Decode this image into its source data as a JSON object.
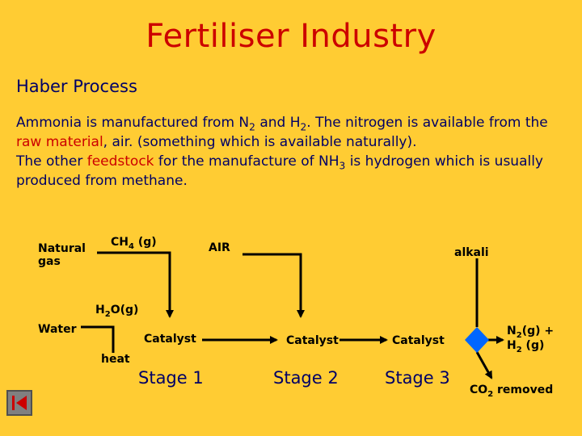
{
  "title": "Fertiliser Industry",
  "subtitle": "Haber Process",
  "paragraph": {
    "l1_a": "Ammonia is manufactured from N",
    "l1_sub1": "2",
    "l1_b": " and H",
    "l1_sub2": "2",
    "l1_c": ". The nitrogen is available from the ",
    "l1_raw": "raw material",
    "l1_d": ", air. (something which is available naturally).",
    "l2_a": "The other ",
    "l2_feed": "feedstock",
    "l2_b": " for the manufacture of NH",
    "l2_sub": "3",
    "l2_c": " is hydrogen which is usually produced from methane."
  },
  "diagram": {
    "natural_gas": "Natural gas",
    "ch4": "CH",
    "ch4_sub": "4",
    "ch4_state": " (g)",
    "air": "AIR",
    "alkali": "alkali",
    "water": "Water",
    "h2o_a": "H",
    "h2o_sub": "2",
    "h2o_b": "O(g)",
    "heat": "heat",
    "catalyst1": "Catalyst",
    "catalyst2": "Catalyst",
    "catalyst3": "Catalyst",
    "stage1": "Stage 1",
    "stage2": "Stage 2",
    "stage3": "Stage 3",
    "n2_a": "N",
    "n2_sub": "2",
    "n2_b": "(g) +",
    "h2_a": "H",
    "h2_sub": "2",
    "h2_b": " (g)",
    "co2_a": "CO",
    "co2_sub": "2",
    "co2_b": " removed"
  },
  "colors": {
    "background": "#FFCC33",
    "title": "#CC0000",
    "body_text": "#000066",
    "emphasis": "#CC0000",
    "diamond": "#0066FF"
  },
  "icons": {
    "nav": "first-slide-icon"
  }
}
